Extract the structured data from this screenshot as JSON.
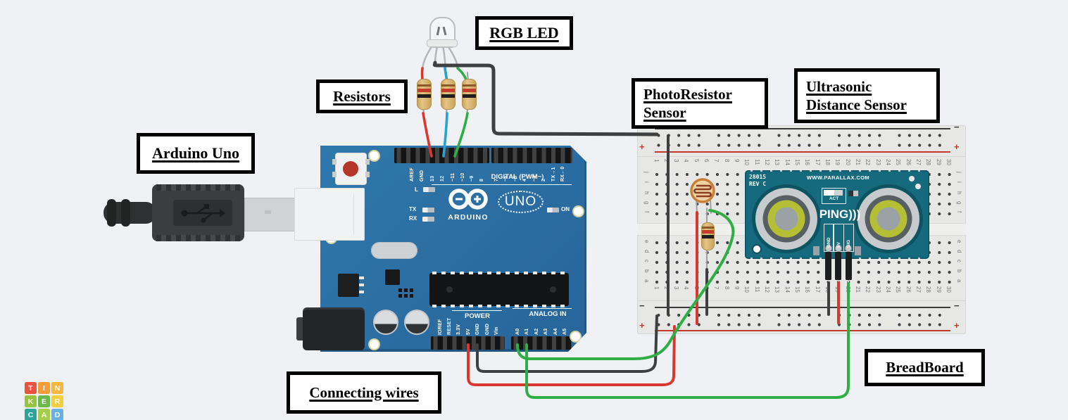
{
  "colors": {
    "background": "#f0f1f4",
    "board_blue": "#2d73a4",
    "breadboard_body": "#e7e7e5",
    "pcb_teal": "#156b7d",
    "wire_red": "#d8382e",
    "wire_green": "#2fae44",
    "wire_blue": "#28a0d8",
    "wire_black": "#3d3f41",
    "rail_red": "#c0392b",
    "label_border": "#000000",
    "label_background": "#ffffff"
  },
  "annotations": {
    "rgb_led": "RGB LED",
    "resistors": "Resistors",
    "arduino_uno": "Arduino Uno",
    "photoresistor_line1": "PhotoResistor",
    "photoresistor_line2": "Sensor",
    "ultrasonic_line1": "Ultrasonic",
    "ultrasonic_line2": "Distance Sensor",
    "breadboard": "BreadBoard",
    "connecting_wires": "Connecting wires"
  },
  "arduino": {
    "digital_pins": [
      "AREF",
      "GND",
      "13",
      "12",
      "~11",
      "~10",
      "~9",
      "8",
      "7",
      "~6",
      "~5",
      "4",
      "~3",
      "2",
      "TX→1",
      "RX←0"
    ],
    "digital_group_label": "DIGITAL (PWM~)",
    "indicator_l": "L",
    "indicator_tx": "TX",
    "indicator_rx": "RX",
    "indicator_on": "ON",
    "brand": "ARDUINO",
    "model": "UNO",
    "power_group_label": "POWER",
    "analog_group_label": "ANALOG IN",
    "power_pins": [
      "IOREF",
      "RESET",
      "3.3V",
      "5V",
      "GND",
      "GND",
      "Vin"
    ],
    "analog_pins": [
      "A0",
      "A1",
      "A2",
      "A3",
      "A4",
      "A5"
    ]
  },
  "breadboard": {
    "column_numbers": [
      "1",
      "2",
      "3",
      "4",
      "5",
      "6",
      "7",
      "8",
      "9",
      "10",
      "11",
      "12",
      "13",
      "14",
      "15",
      "16",
      "17",
      "18",
      "19",
      "20",
      "21",
      "22",
      "23",
      "24",
      "25",
      "26",
      "27",
      "28",
      "29",
      "30"
    ],
    "row_letters_top": [
      "j",
      "i",
      "h",
      "g",
      "f"
    ],
    "row_letters_bottom": [
      "e",
      "d",
      "c",
      "b",
      "a"
    ],
    "minus_sign": "−",
    "plus_sign": "+"
  },
  "ultrasonic_sensor": {
    "part_number": "28015",
    "revision": "REV C",
    "website": "WWW.PARALLAX.COM",
    "activity_led": "ACT",
    "product_name": "PING)))",
    "pin_labels": [
      "GND",
      "5V",
      "SIG"
    ]
  },
  "tinkercad_logo": {
    "letters": [
      "T",
      "I",
      "N",
      "K",
      "E",
      "R",
      "C",
      "A",
      "D"
    ],
    "colors": [
      "#e8523f",
      "#f59d3b",
      "#f7b73e",
      "#97c33f",
      "#6cbb4a",
      "#f3cf3f",
      "#2aa59b",
      "#a5cf4b",
      "#68b2e3"
    ]
  }
}
